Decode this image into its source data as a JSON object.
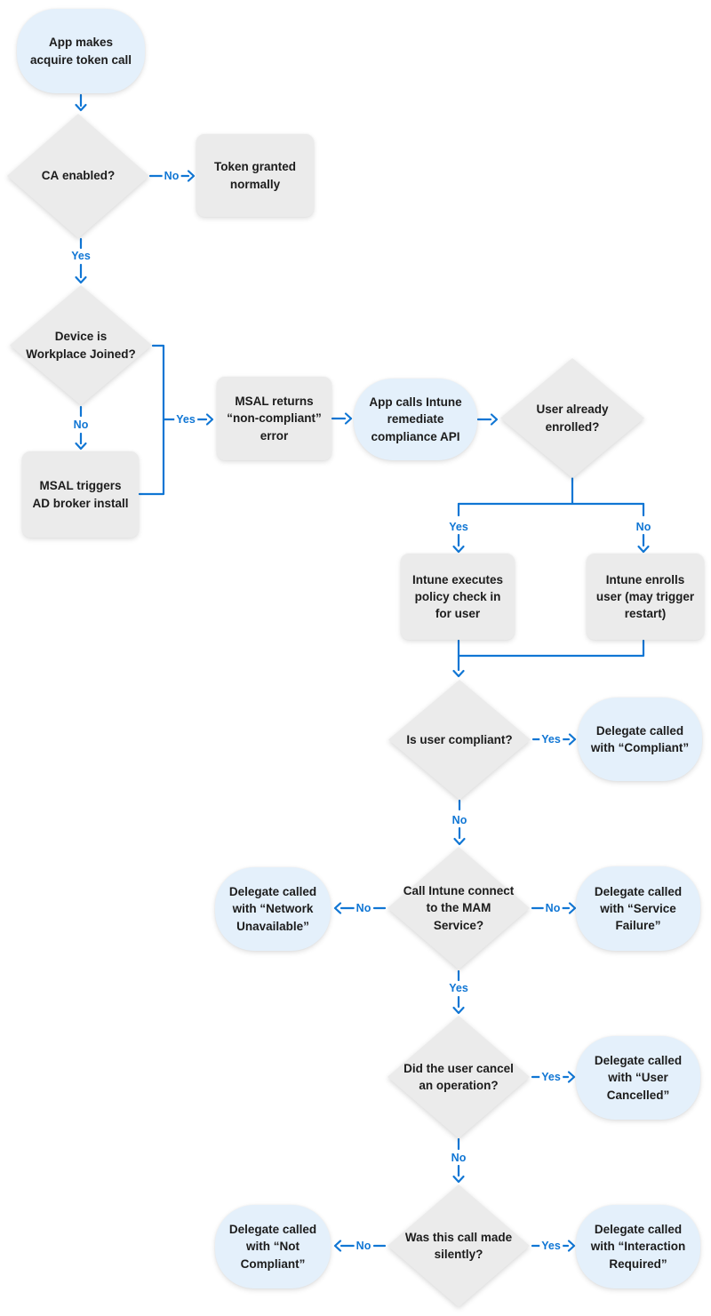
{
  "diagram": {
    "colors": {
      "connector": "#1076d4",
      "terminator_fill": "#e4f0fb",
      "shape_fill": "#ebebeb",
      "text": "#1c1c1c",
      "background": "#ffffff"
    },
    "nodes": {
      "start": {
        "type": "terminator",
        "label": "App makes acquire token call"
      },
      "ca_enabled": {
        "type": "decision",
        "label_bold": "CA",
        "label_rest": "enabled?"
      },
      "token_granted": {
        "type": "process",
        "label": "Token granted normally"
      },
      "workplace_joined": {
        "type": "decision",
        "label": "Device is Workplace Joined?"
      },
      "msal_broker": {
        "type": "process",
        "label": "MSAL triggers AD broker install"
      },
      "msal_noncompliant": {
        "type": "process",
        "label": "MSAL returns “non-compliant” error"
      },
      "remediate_api": {
        "type": "terminator",
        "label": "App calls Intune remediate compliance API"
      },
      "user_enrolled": {
        "type": "decision",
        "label": "User already enrolled?"
      },
      "policy_checkin": {
        "type": "process",
        "label": "Intune executes policy check in for user"
      },
      "enroll_user": {
        "type": "process",
        "label": "Intune enrolls user (may trigger restart)"
      },
      "is_compliant": {
        "type": "decision",
        "label": "Is user compliant?"
      },
      "delegate_compliant": {
        "type": "terminator",
        "label": "Delegate called with “Compliant”"
      },
      "mam_connect": {
        "type": "decision",
        "label": "Call Intune connect to the MAM Service?"
      },
      "delegate_network": {
        "type": "terminator",
        "label": "Delegate called with “Network Unavailable”"
      },
      "delegate_service": {
        "type": "terminator",
        "label": "Delegate called with “Service Failure”"
      },
      "user_cancel": {
        "type": "decision",
        "label": "Did the user cancel an operation?"
      },
      "delegate_cancelled": {
        "type": "terminator",
        "label": "Delegate called with “User Cancelled”"
      },
      "made_silently": {
        "type": "decision",
        "label": "Was this call made silently?"
      },
      "delegate_notcompliant": {
        "type": "terminator",
        "label": "Delegate called with “Not Compliant”"
      },
      "delegate_interaction": {
        "type": "terminator",
        "label": "Delegate called with “Interaction Required”"
      }
    },
    "edges": [
      {
        "from": "start",
        "to": "ca_enabled",
        "label": ""
      },
      {
        "from": "ca_enabled",
        "to": "token_granted",
        "label": "No"
      },
      {
        "from": "ca_enabled",
        "to": "workplace_joined",
        "label": "Yes"
      },
      {
        "from": "workplace_joined",
        "to": "msal_broker",
        "label": "No"
      },
      {
        "from": "workplace_joined",
        "to": "msal_noncompliant",
        "label": "Yes"
      },
      {
        "from": "msal_broker",
        "to": "msal_noncompliant",
        "label": ""
      },
      {
        "from": "msal_noncompliant",
        "to": "remediate_api",
        "label": ""
      },
      {
        "from": "remediate_api",
        "to": "user_enrolled",
        "label": ""
      },
      {
        "from": "user_enrolled",
        "to": "policy_checkin",
        "label": "Yes"
      },
      {
        "from": "user_enrolled",
        "to": "enroll_user",
        "label": "No"
      },
      {
        "from": "policy_checkin",
        "to": "is_compliant",
        "label": ""
      },
      {
        "from": "enroll_user",
        "to": "is_compliant",
        "label": ""
      },
      {
        "from": "is_compliant",
        "to": "delegate_compliant",
        "label": "Yes"
      },
      {
        "from": "is_compliant",
        "to": "mam_connect",
        "label": "No"
      },
      {
        "from": "mam_connect",
        "to": "delegate_network",
        "label": "No"
      },
      {
        "from": "mam_connect",
        "to": "delegate_service",
        "label": "No"
      },
      {
        "from": "mam_connect",
        "to": "user_cancel",
        "label": "Yes"
      },
      {
        "from": "user_cancel",
        "to": "delegate_cancelled",
        "label": "Yes"
      },
      {
        "from": "user_cancel",
        "to": "made_silently",
        "label": "No"
      },
      {
        "from": "made_silently",
        "to": "delegate_notcompliant",
        "label": "No"
      },
      {
        "from": "made_silently",
        "to": "delegate_interaction",
        "label": "Yes"
      }
    ]
  }
}
